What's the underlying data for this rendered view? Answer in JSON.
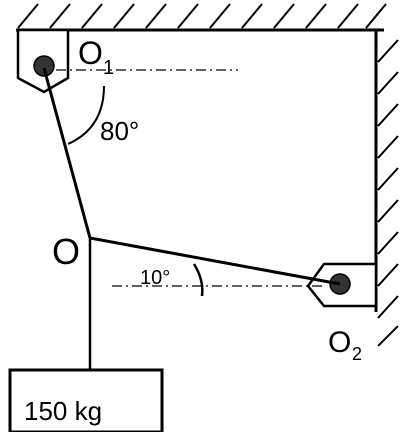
{
  "labels": {
    "support_top": "O",
    "support_top_sub": "1",
    "support_right": "O",
    "support_right_sub": "2",
    "junction": "O",
    "angle_top": "80°",
    "angle_bottom": "10°"
  },
  "mass": {
    "label": "150 kg"
  }
}
